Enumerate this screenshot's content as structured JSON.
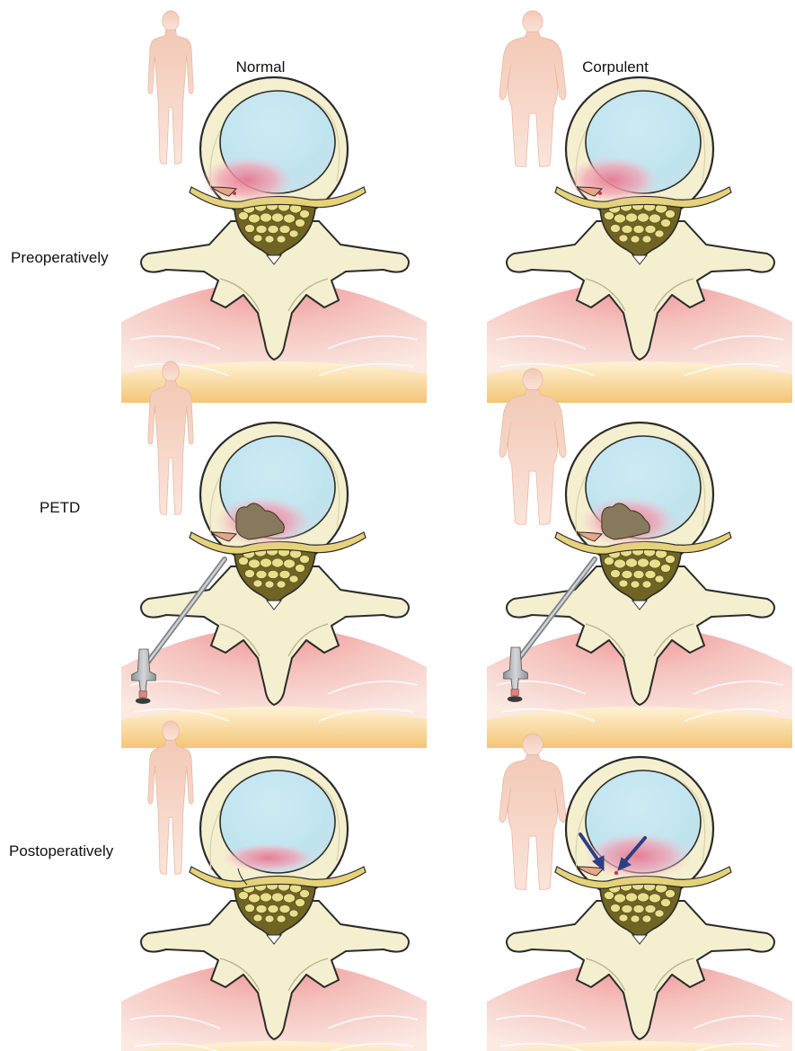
{
  "columns": [
    {
      "id": "normal",
      "label": "Normal"
    },
    {
      "id": "corpulent",
      "label": "Corpulent"
    }
  ],
  "rows": [
    {
      "id": "preoperatively",
      "label": "Preoperatively",
      "stage": "pre"
    },
    {
      "id": "petd",
      "label": "PETD",
      "stage": "petd"
    },
    {
      "id": "postoperatively",
      "label": "Postoperatively",
      "stage": "post"
    }
  ],
  "colors": {
    "bone": "#f4efcf",
    "bone_stroke": "#2b2b2b",
    "disc_nucleus": "#c4e8f1",
    "herniation": "#ec8fa2",
    "extruded_fragment": "#877a5c",
    "nerve": "#e6d27a",
    "nerve_root_pink": "#e9a48a",
    "cauda_equina_fill": "#e7df8c",
    "cauda_equina_bg": "#6f6424",
    "tissue_red": "#f0a2a0",
    "tissue_fat": "#f6d48e",
    "silhouette": "#f6d5c8",
    "instrument": "#a9adb0",
    "arrow": "#2b3f86"
  },
  "icons": {
    "figure": "human-figure-icon",
    "instrument": "endoscope-icon",
    "arrow": "arrow-icon"
  }
}
